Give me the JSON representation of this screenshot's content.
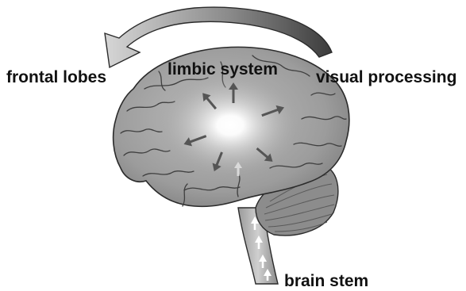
{
  "labels": {
    "frontal_lobes": "frontal lobes",
    "limbic_system": "limbic system",
    "visual_processing": "visual processing",
    "brain_stem": "brain stem"
  },
  "colors": {
    "brain_fill": "#9a9a9a",
    "brain_dark": "#6e6e6e",
    "center_glow": "#ffffff",
    "arrow_dark": "#555555",
    "arrow_light": "#d9d9d9",
    "stem_fill": "#c8c8c8",
    "outline": "#2b2b2b"
  },
  "icons": {
    "loop_arrow": "curved-arrow-icon",
    "radial_arrows": "arrow-icon",
    "stem_arrows": "up-arrow-icon"
  }
}
